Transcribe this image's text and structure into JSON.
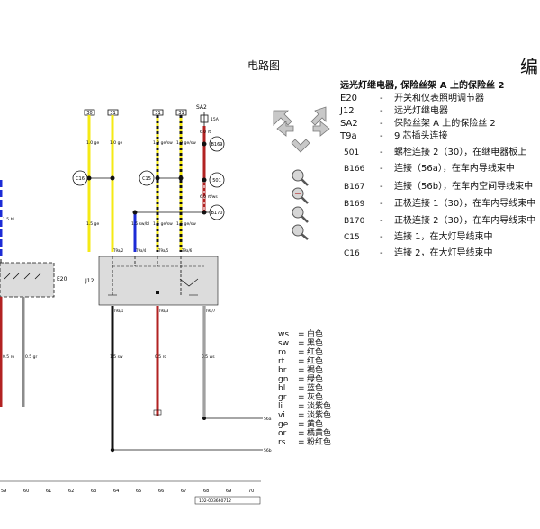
{
  "page": {
    "title": "电路图",
    "corner_text": "编"
  },
  "legend": {
    "heading": "远光灯继电器, 保险丝架 A 上的保险丝 2",
    "items": [
      {
        "code": "E20",
        "text": "开关和仪表照明调节器"
      },
      {
        "code": "J12",
        "text": "远光灯继电器"
      },
      {
        "code": "SA2",
        "text": "保险丝架 A 上的保险丝 2"
      },
      {
        "code": "T9a",
        "text": "9 芯插头连接"
      },
      {
        "code": "501",
        "text": "螺栓连接 2（30），在继电器板上"
      },
      {
        "code": "B166",
        "text": "连接（56a），在车内导线束中"
      },
      {
        "code": "B167",
        "text": "连接（56b），在车内空间导线束中"
      },
      {
        "code": "B169",
        "text": "正极连接 1（30），在车内导线束中"
      },
      {
        "code": "B170",
        "text": "正极连接 2（30），在车内导线束中"
      },
      {
        "code": "C15",
        "text": "连接 1，在大灯导线束中"
      },
      {
        "code": "C16",
        "text": "连接 2，在大灯导线束中"
      }
    ]
  },
  "colors": {
    "items": [
      {
        "code": "ws",
        "text": "白色"
      },
      {
        "code": "sw",
        "text": "黑色"
      },
      {
        "code": "ro",
        "text": "红色"
      },
      {
        "code": "rt",
        "text": "红色"
      },
      {
        "code": "br",
        "text": "褐色"
      },
      {
        "code": "gn",
        "text": "绿色"
      },
      {
        "code": "bl",
        "text": "蓝色"
      },
      {
        "code": "gr",
        "text": "灰色"
      },
      {
        "code": "li",
        "text": "淡紫色"
      },
      {
        "code": "vi",
        "text": "淡紫色"
      },
      {
        "code": "ge",
        "text": "黄色"
      },
      {
        "code": "or",
        "text": "橘黄色"
      },
      {
        "code": "rs",
        "text": "粉红色"
      }
    ]
  },
  "diagram": {
    "top_terminals": [
      "30",
      "31",
      "31",
      "31"
    ],
    "fuse_label": "SA2",
    "fuse_rating": "15A",
    "component_labels": {
      "switch": "E20",
      "relay": "J12"
    },
    "nodes": [
      "C16",
      "C15",
      "B169",
      "501",
      "B170"
    ],
    "wire_specs": {
      "w1": "1.0 ge",
      "w2": "1.0 ge",
      "w3": "1.0 ge/sw",
      "w4": "1.0 ge/sw",
      "w5": "6.0 rt",
      "w6": "6.0 rt/ws",
      "w7": "1.5 ge",
      "w8": "1.5 ge/sw",
      "w9": "1.5 ge/sw",
      "w10": "1.5 sw/bl",
      "w11": "1.5 sw",
      "w12": "0.5 ro",
      "w13": "0.5 ws",
      "w14": "0.5 gr",
      "w15": "1.5 bl"
    },
    "connectors": [
      "T9a/2",
      "T9a/4",
      "T9a/5",
      "T9a/6",
      "T9a/1",
      "T9a/3",
      "T9a/7"
    ],
    "right_refs": [
      "56a",
      "56b"
    ],
    "bottom_numbers": [
      "59",
      "60",
      "61",
      "62",
      "63",
      "64",
      "65",
      "66",
      "67",
      "68",
      "69",
      "70"
    ],
    "drawing_id": "102-003660712",
    "colors": {
      "yellow": "#f5ea14",
      "blue": "#1c2bd6",
      "red": "#b22222",
      "gray": "#8c8c8c",
      "black": "#111111",
      "relay_bg": "#dcdcdc"
    }
  },
  "nav": {
    "arrows": [
      "arrow-up-left-icon",
      "arrow-up-right-icon",
      "arrow-left-icon",
      "arrow-right-icon",
      "arrow-down-icon"
    ],
    "zoom": [
      "zoom-in-icon",
      "zoom-out-icon",
      "zoom-reset-icon",
      "zoom-fit-icon"
    ]
  }
}
